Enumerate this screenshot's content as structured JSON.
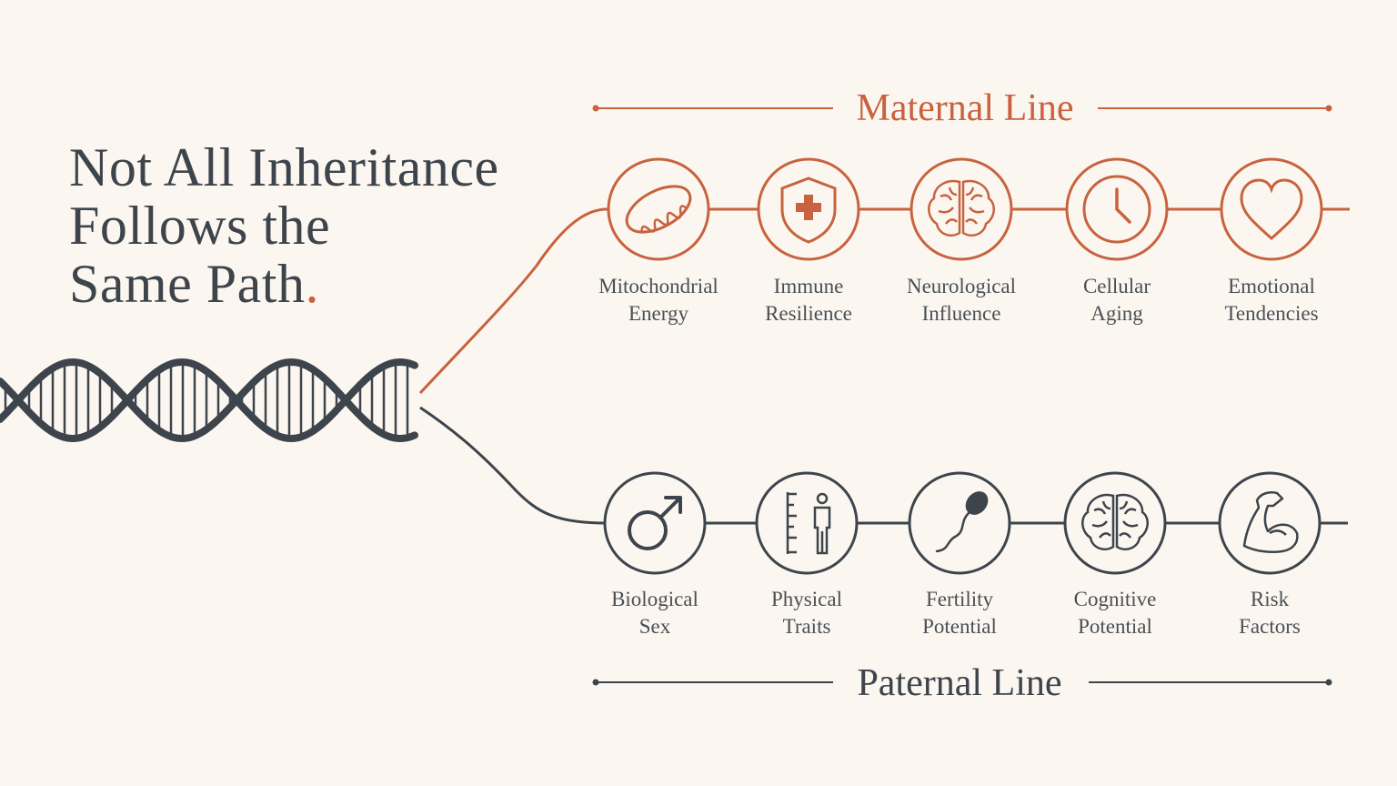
{
  "headline": {
    "line1": "Not All Inheritance",
    "line2": "Follows the",
    "line3": "Same Path",
    "punct": "."
  },
  "colors": {
    "background": "#fbf7f0",
    "maternal": "#c8623f",
    "paternal": "#3d444c"
  },
  "maternal": {
    "title": "Maternal Line",
    "nodes": [
      {
        "icon": "mitochondria-icon",
        "line1": "Mitochondrial",
        "line2": "Energy"
      },
      {
        "icon": "shield-cross-icon",
        "line1": "Immune",
        "line2": "Resilience"
      },
      {
        "icon": "brain-icon",
        "line1": "Neurological",
        "line2": "Influence"
      },
      {
        "icon": "clock-icon",
        "line1": "Cellular",
        "line2": "Aging"
      },
      {
        "icon": "heart-icon",
        "line1": "Emotional",
        "line2": "Tendencies"
      }
    ]
  },
  "paternal": {
    "title": "Paternal Line",
    "nodes": [
      {
        "icon": "male-symbol-icon",
        "line1": "Biological",
        "line2": "Sex"
      },
      {
        "icon": "height-person-icon",
        "line1": "Physical",
        "line2": "Traits"
      },
      {
        "icon": "sperm-icon",
        "line1": "Fertility",
        "line2": "Potential"
      },
      {
        "icon": "brain-icon",
        "line1": "Cognitive",
        "line2": "Potential"
      },
      {
        "icon": "flexed-arm-icon",
        "line1": "Risk",
        "line2": "Factors"
      }
    ]
  }
}
